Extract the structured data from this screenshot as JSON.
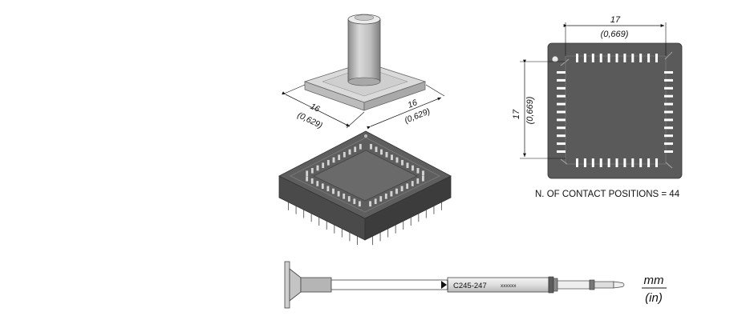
{
  "iso_view": {
    "width_mm": "16",
    "width_in": "(0,629)",
    "depth_mm": "16",
    "depth_in": "(0,629)"
  },
  "top_view": {
    "width_mm": "17",
    "width_in": "(0,669)",
    "height_mm": "17",
    "height_in": "(0,669)",
    "contacts_caption": "N. OF CONTACT POSITIONS = 44"
  },
  "tool": {
    "model": "C245-247",
    "code": "xxxxxx"
  },
  "units": {
    "metric": "mm",
    "imperial": "(in)"
  },
  "colors": {
    "socket_dark": "#555555",
    "tip_light": "#d6d6d6",
    "line": "#111111"
  }
}
